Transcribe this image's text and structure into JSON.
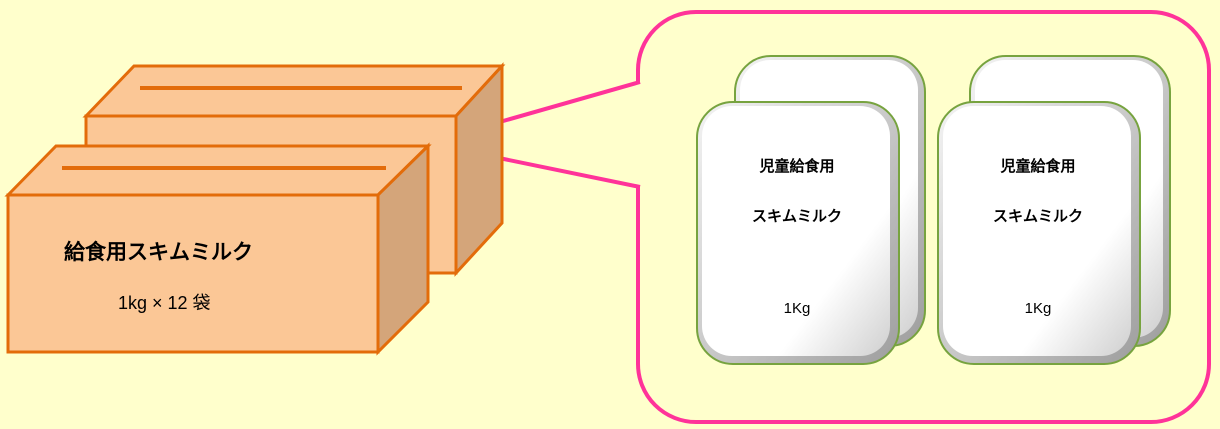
{
  "carton": {
    "label": "給食用スキムミルク",
    "quantity": "1kg × 12 袋"
  },
  "bags": [
    {
      "line1": "児童給食用",
      "line2": "スキムミルク",
      "weight": "1Kg"
    },
    {
      "line1": "児童給食用",
      "line2": "スキムミルク",
      "weight": "1Kg"
    }
  ],
  "colors": {
    "background": "#ffffcc",
    "carton_face": "#fbc796",
    "carton_side": "#d4a57a",
    "carton_outline": "#e36c0a",
    "callout_outline": "#ff3399",
    "bag_outline": "#77a33f"
  }
}
